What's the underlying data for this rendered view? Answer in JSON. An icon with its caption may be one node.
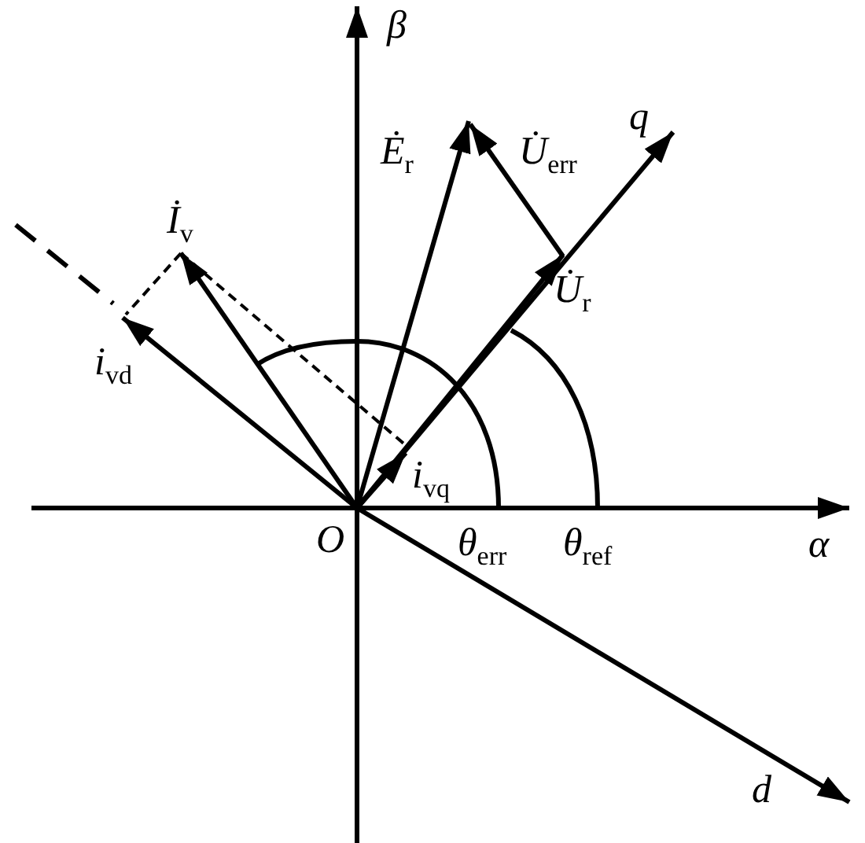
{
  "diagram": {
    "labels": [
      "*β*",
      "*Ė*$_{r}$",
      "*U̇*$_{err}$",
      "*q*",
      "*İ*$_{v}$",
      "*U̇*$_{r}$",
      "*i*$_{vd}$",
      "*i*$_{vq}$",
      "*O*",
      "*θ*$_{err}$",
      "*θ*$_{ref}$",
      "*α*",
      "*d*"
    ]
  }
}
